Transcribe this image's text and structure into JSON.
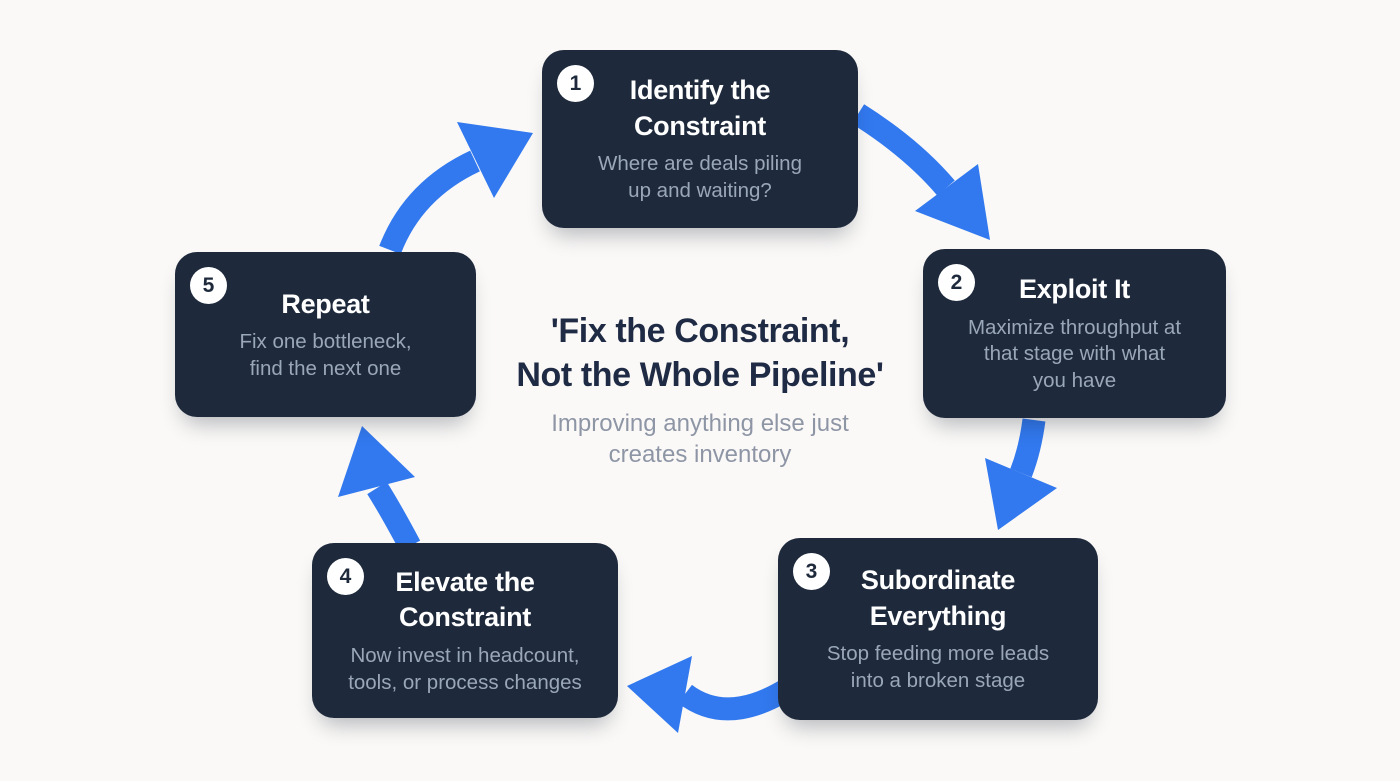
{
  "colors": {
    "background": "#faf9f7",
    "card_bg": "#1e2a3c",
    "card_title": "#ffffff",
    "card_subtitle": "#9aa7b9",
    "badge_bg": "#ffffff",
    "badge_text": "#1e2a3c",
    "arrow": "#3279ef",
    "center_title": "#1f2a44",
    "center_subtitle": "#8e96a6"
  },
  "center": {
    "title": "'Fix the Constraint,\nNot the Whole Pipeline'",
    "subtitle": "Improving anything else just\ncreates inventory"
  },
  "steps": [
    {
      "number": "1",
      "title": "Identify the\nConstraint",
      "subtitle": "Where are deals piling\nup and waiting?"
    },
    {
      "number": "2",
      "title": "Exploit It",
      "subtitle": "Maximize throughput at\nthat stage with what\nyou have"
    },
    {
      "number": "3",
      "title": "Subordinate\nEverything",
      "subtitle": "Stop feeding more leads\ninto a broken stage"
    },
    {
      "number": "4",
      "title": "Elevate the\nConstraint",
      "subtitle": "Now invest in headcount,\ntools, or process changes"
    },
    {
      "number": "5",
      "title": "Repeat",
      "subtitle": "Fix one bottleneck,\nfind the next one"
    }
  ]
}
